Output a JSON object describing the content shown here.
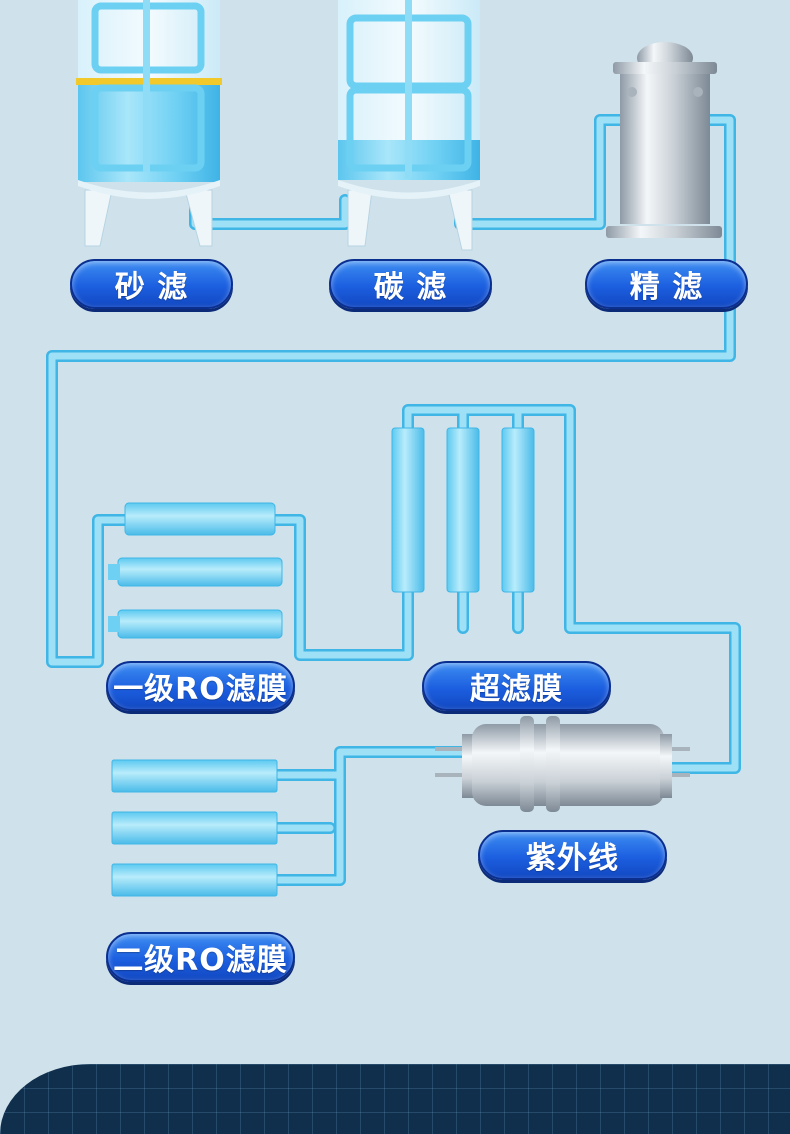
{
  "labels": {
    "sand_filter": "砂 滤",
    "carbon_filter": "碳 滤",
    "precision_filter": "精 滤",
    "ro_stage1": "一级RO滤膜",
    "ultrafiltration": "超滤膜",
    "uv": "紫外线",
    "ro_stage2": "二级RO滤膜"
  },
  "colors": {
    "background": "#cfe2ec",
    "pipe": "#8fdaf2",
    "pipe_edge": "#3fb6e6",
    "label_fill": "#1c5fe0",
    "label_text": "#ffffff",
    "footer": "#0f2f4d"
  }
}
